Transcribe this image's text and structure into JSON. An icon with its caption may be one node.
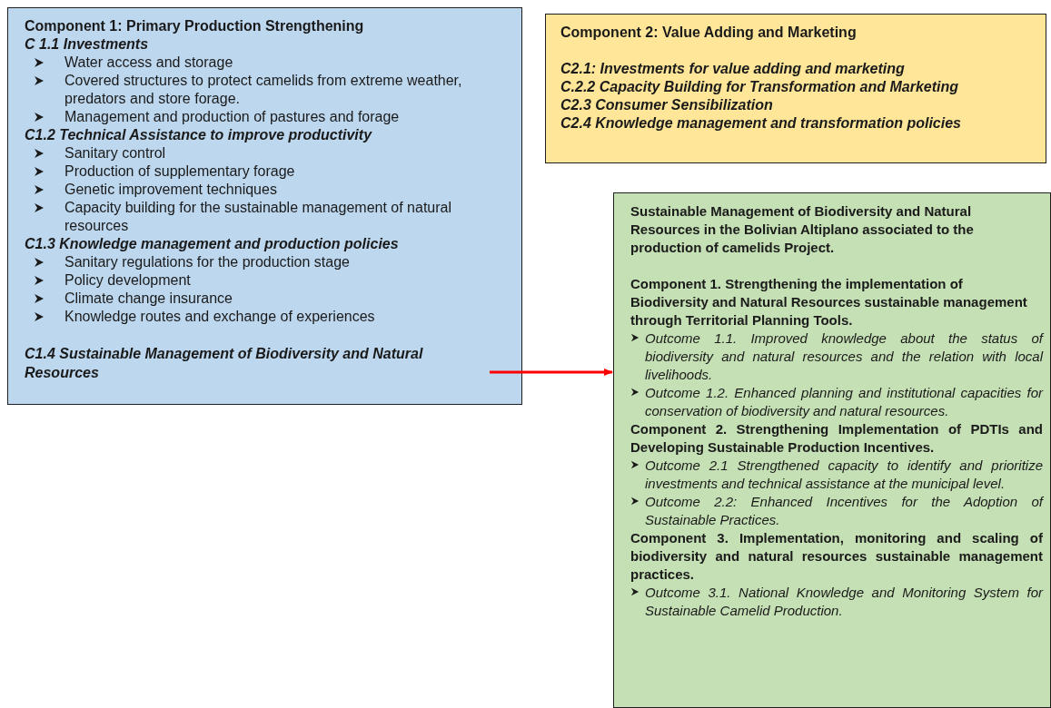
{
  "diagram": {
    "nodes": [
      {
        "text": [
          "Component 1: Primary Production Strengthening",
          "C 1.1 Investments",
          "Water access and storage",
          "Covered structures to protect camelids from extreme weather, predators and store forage.",
          "Management and production of pastures and forage",
          "C1.2 Technical Assistance to improve productivity",
          "Sanitary control",
          "Production of supplementary forage",
          "Genetic improvement techniques",
          "Capacity building for the sustainable management of natural resources",
          "C1.3 Knowledge management and production policies",
          "Sanitary regulations for the production stage",
          "Policy development",
          "Climate change insurance",
          "Knowledge routes and exchange of experiences"
        ]
      },
      {
        "text": [
          "C1.4 Sustainable Management of Biodiversity and Natural Resources"
        ],
        "in": 0
      },
      {
        "text": [
          "Component 2: Value Adding and Marketing",
          "C2.1: Investments for value adding and marketing",
          "C.2.2 Capacity Building for Transformation and Marketing",
          "C2.3 Consumer Sensibilization",
          "C2.4 Knowledge management and transformation policies"
        ]
      },
      {
        "text": [
          "Sustainable Management of Biodiversity and Natural Resources in the Bolivian Altiplano associated to the production of camelids Project.",
          "Component 1. Strengthening the implementation of Biodiversity and Natural Resources sustainable management through Territorial Planning Tools.",
          "Outcome 1.1. Improved knowledge about the status of biodiversity and natural resources and the relation with local livelihoods.",
          "Outcome 1.2. Enhanced planning and institutional capacities for conservation of biodiversity and natural resources.",
          "Component 2. Strengthening Implementation of PDTIs and Developing Sustainable Production Incentives.",
          "Outcome 2.1 Strengthened capacity to identify and prioritize investments and technical assistance at the municipal level.",
          "Outcome 2.2: Enhanced Incentives for the Adoption of Sustainable Practices.",
          "Component 3. Implementation, monitoring and scaling of biodiversity and natural resources sustainable management practices.",
          "Outcome 3.1. National Knowledge and Monitoring System for Sustainable Camelid Production."
        ]
      }
    ],
    "edges": [
      {
        "from": 1,
        "to": 3,
        "arrow": "to",
        "color": "#ff0000"
      }
    ]
  }
}
